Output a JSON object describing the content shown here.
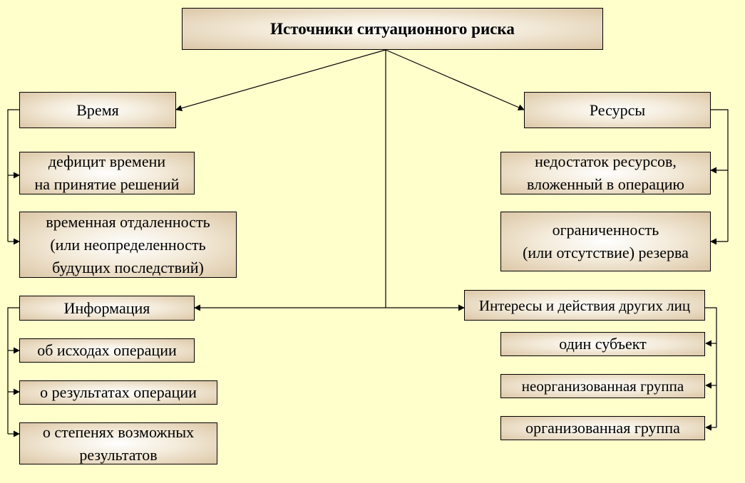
{
  "root": "Источники ситуационного риска",
  "time": {
    "label": "Время",
    "items": [
      "дефицит времени\nна принятие решений",
      "временная отдаленность\n(или неопределенность\nбудущих последствий)"
    ]
  },
  "resources": {
    "label": "Ресурсы",
    "items": [
      "недостаток ресурсов,\nвложенный в операцию",
      "ограниченность\n(или отсутствие) резерва"
    ]
  },
  "information": {
    "label": "Информация",
    "items": [
      "об исходах операции",
      "о результатах операции",
      "о степенях возможных\nрезультатов"
    ]
  },
  "others": {
    "label": "Интересы и действия других лиц",
    "items": [
      "один субъект",
      "неорганизованная группа",
      "организованная группа"
    ]
  }
}
